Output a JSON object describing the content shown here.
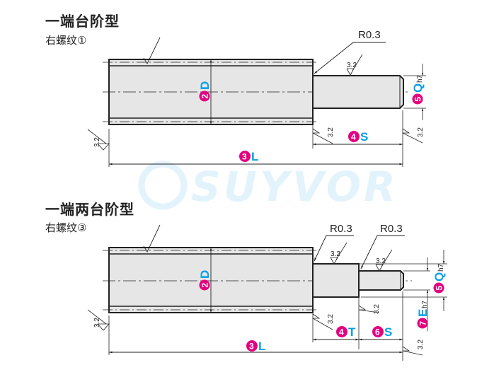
{
  "diagram1": {
    "title": "一端台阶型",
    "subtitle": "右螺纹①",
    "radius_note": "R0.3",
    "roughness": "3.2",
    "labels": {
      "D": {
        "num": "2",
        "letter": "D"
      },
      "L": {
        "num": "3",
        "letter": "L"
      },
      "S": {
        "num": "4",
        "letter": "S"
      },
      "Q": {
        "num": "5",
        "letter": "Q",
        "tol": "h7"
      }
    }
  },
  "diagram2": {
    "title": "一端两台阶型",
    "subtitle": "右螺纹③",
    "radius_note_1": "R0.3",
    "radius_note_2": "R0.3",
    "roughness": "3.2",
    "labels": {
      "D": {
        "num": "2",
        "letter": "D"
      },
      "L": {
        "num": "3",
        "letter": "L"
      },
      "T": {
        "num": "4",
        "letter": "T"
      },
      "Q": {
        "num": "5",
        "letter": "Q",
        "tol": "h7"
      },
      "S": {
        "num": "6",
        "letter": "S"
      },
      "E": {
        "num": "7",
        "letter": "E",
        "tol": "h7"
      }
    }
  },
  "watermark": "SUYVOR",
  "colors": {
    "badge": "#e4007f",
    "letter": "#00a0e9",
    "fill": "#e6e6e6",
    "line": "#222222"
  }
}
